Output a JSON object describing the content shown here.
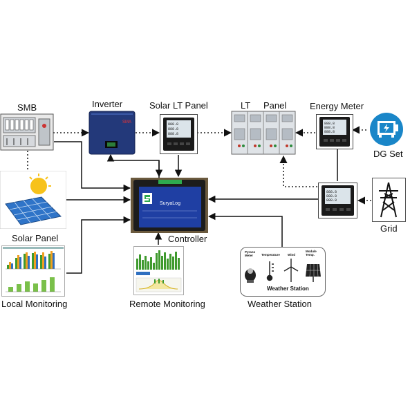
{
  "labels": {
    "smb": "SMB",
    "inverter": "Inverter",
    "solar_lt_panel": "Solar LT Panel",
    "lt": "LT",
    "panel": "Panel",
    "energy_meter": "Energy Meter",
    "dg_set": "DG Set",
    "grid": "Grid",
    "solar_panel": "Solar Panel",
    "controller": "Controller",
    "local_monitoring": "Local Monitoring",
    "remote_monitoring": "Remote Monitoring",
    "weather_station": "Weather Station"
  },
  "controller_screen": {
    "brand": "SuryaLog"
  },
  "weather_panel": {
    "pyrano": "Pyrano Meter",
    "temperature": "Temperature",
    "wind": "Wind",
    "module_temp": "Module Temp.",
    "title": "Weather Station"
  },
  "colors": {
    "dg_blue": "#1a86c8",
    "controller_blue": "#1f3fa3",
    "inverter_blue": "#233a7a",
    "chart_green": "#3f9a2e",
    "chart_orange": "#f0a020",
    "chart_blue": "#2f6fc0"
  }
}
